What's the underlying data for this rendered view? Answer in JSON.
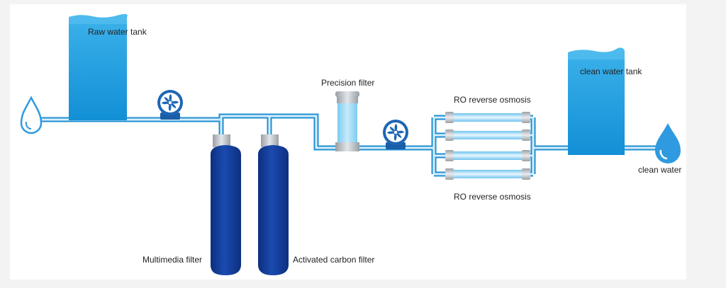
{
  "labels": {
    "raw_water_tank": "Raw water tank",
    "precision_filter": "Precision filter",
    "ro_top": "RO reverse osmosis",
    "ro_bottom": "RO reverse osmosis",
    "clean_water_tank": "clean water tank",
    "clean_water": "clean water",
    "multimedia_filter": "Multimedia filter",
    "activated_carbon_filter": "Activated carbon filter"
  },
  "colors": {
    "tank_blue": "#1a9fe0",
    "tank_top": "#47b8ec",
    "pipe_outline": "#1d8fd3",
    "pipe_fill": "#d7edfa",
    "filter_navy": "#123f9c",
    "metal": "#b9bec3",
    "drop_blue": "#2f9ae0"
  },
  "icons": [
    "water-drop-icon",
    "pump-fan-icon",
    "pump-fan-icon",
    "water-drop-icon"
  ]
}
